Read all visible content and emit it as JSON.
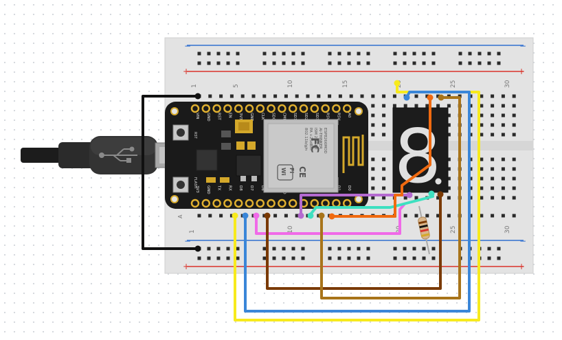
{
  "breadboard": {
    "column_numbers": [
      "1",
      "5",
      "10",
      "15",
      "20",
      "25",
      "30"
    ],
    "row_letter": "A",
    "rail_plus": "+",
    "rail_minus": "−"
  },
  "nodemcu": {
    "top_pins": [
      "VIN",
      "GND",
      "RST",
      "EN",
      "3V3",
      "GND",
      "CLK",
      "SD0",
      "CMD",
      "SD1",
      "SD2",
      "SD3",
      "RSV",
      "RSV",
      "A0"
    ],
    "bottom_pins": [
      "3V3",
      "GND",
      "TX",
      "RX",
      "D8",
      "D7",
      "D6",
      "D5",
      "GND",
      "3V3",
      "D4",
      "D3",
      "D2",
      "D1",
      "D0"
    ],
    "button_labels": [
      "RST",
      "FLASH"
    ],
    "module_text": [
      "ESP8266MOD",
      "AI-THINKER",
      "ISM 2.4GHz",
      "PA +25dBm",
      "802.11b/g/n"
    ],
    "cert_marks": [
      "FC",
      "Wi",
      "Fi",
      "CE"
    ]
  },
  "display": {
    "digit": "8"
  },
  "colors": {
    "board": "#1a1a1a",
    "breadboard": "#e4e4e4",
    "rail_red": "#d9332b",
    "rail_blue": "#2f6fd0",
    "wire_black": "#111111",
    "wire_blue": "#3a86d8",
    "wire_orange": "#f06a10",
    "wire_brown": "#7a3a05",
    "wire_gold": "#a8741a",
    "wire_purple": "#b46ad0",
    "wire_cyan": "#3ee0c0",
    "wire_pink": "#f06ae8",
    "wire_yellow": "#f7ea1d"
  },
  "icons": [
    "usb-cable-icon",
    "usb-trident-icon",
    "wifi-antenna-icon",
    "fcc-logo-icon",
    "wifi-logo-icon",
    "ce-logo-icon"
  ]
}
